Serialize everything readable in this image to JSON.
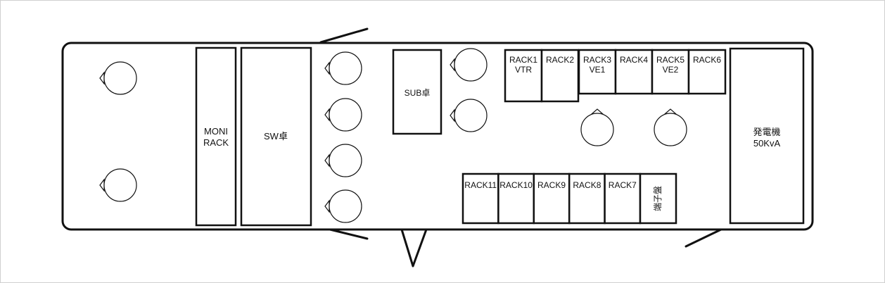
{
  "labels": {
    "moni_rack": [
      "MONI",
      "RACK"
    ],
    "sw_desk": "SW卓",
    "sub_desk": "SUB卓",
    "generator": [
      "発電機",
      "50KvA"
    ],
    "terminal_board": "端子盤",
    "top_racks": [
      [
        "RACK1",
        "VTR"
      ],
      [
        "RACK2",
        ""
      ],
      [
        "RACK3",
        "VE1"
      ],
      [
        "RACK4",
        ""
      ],
      [
        "RACK5",
        "VE2"
      ],
      [
        "RACK6",
        ""
      ]
    ],
    "bottom_racks": [
      "RACK11",
      "RACK10",
      "RACK9",
      "RACK8",
      "RACK7"
    ]
  }
}
